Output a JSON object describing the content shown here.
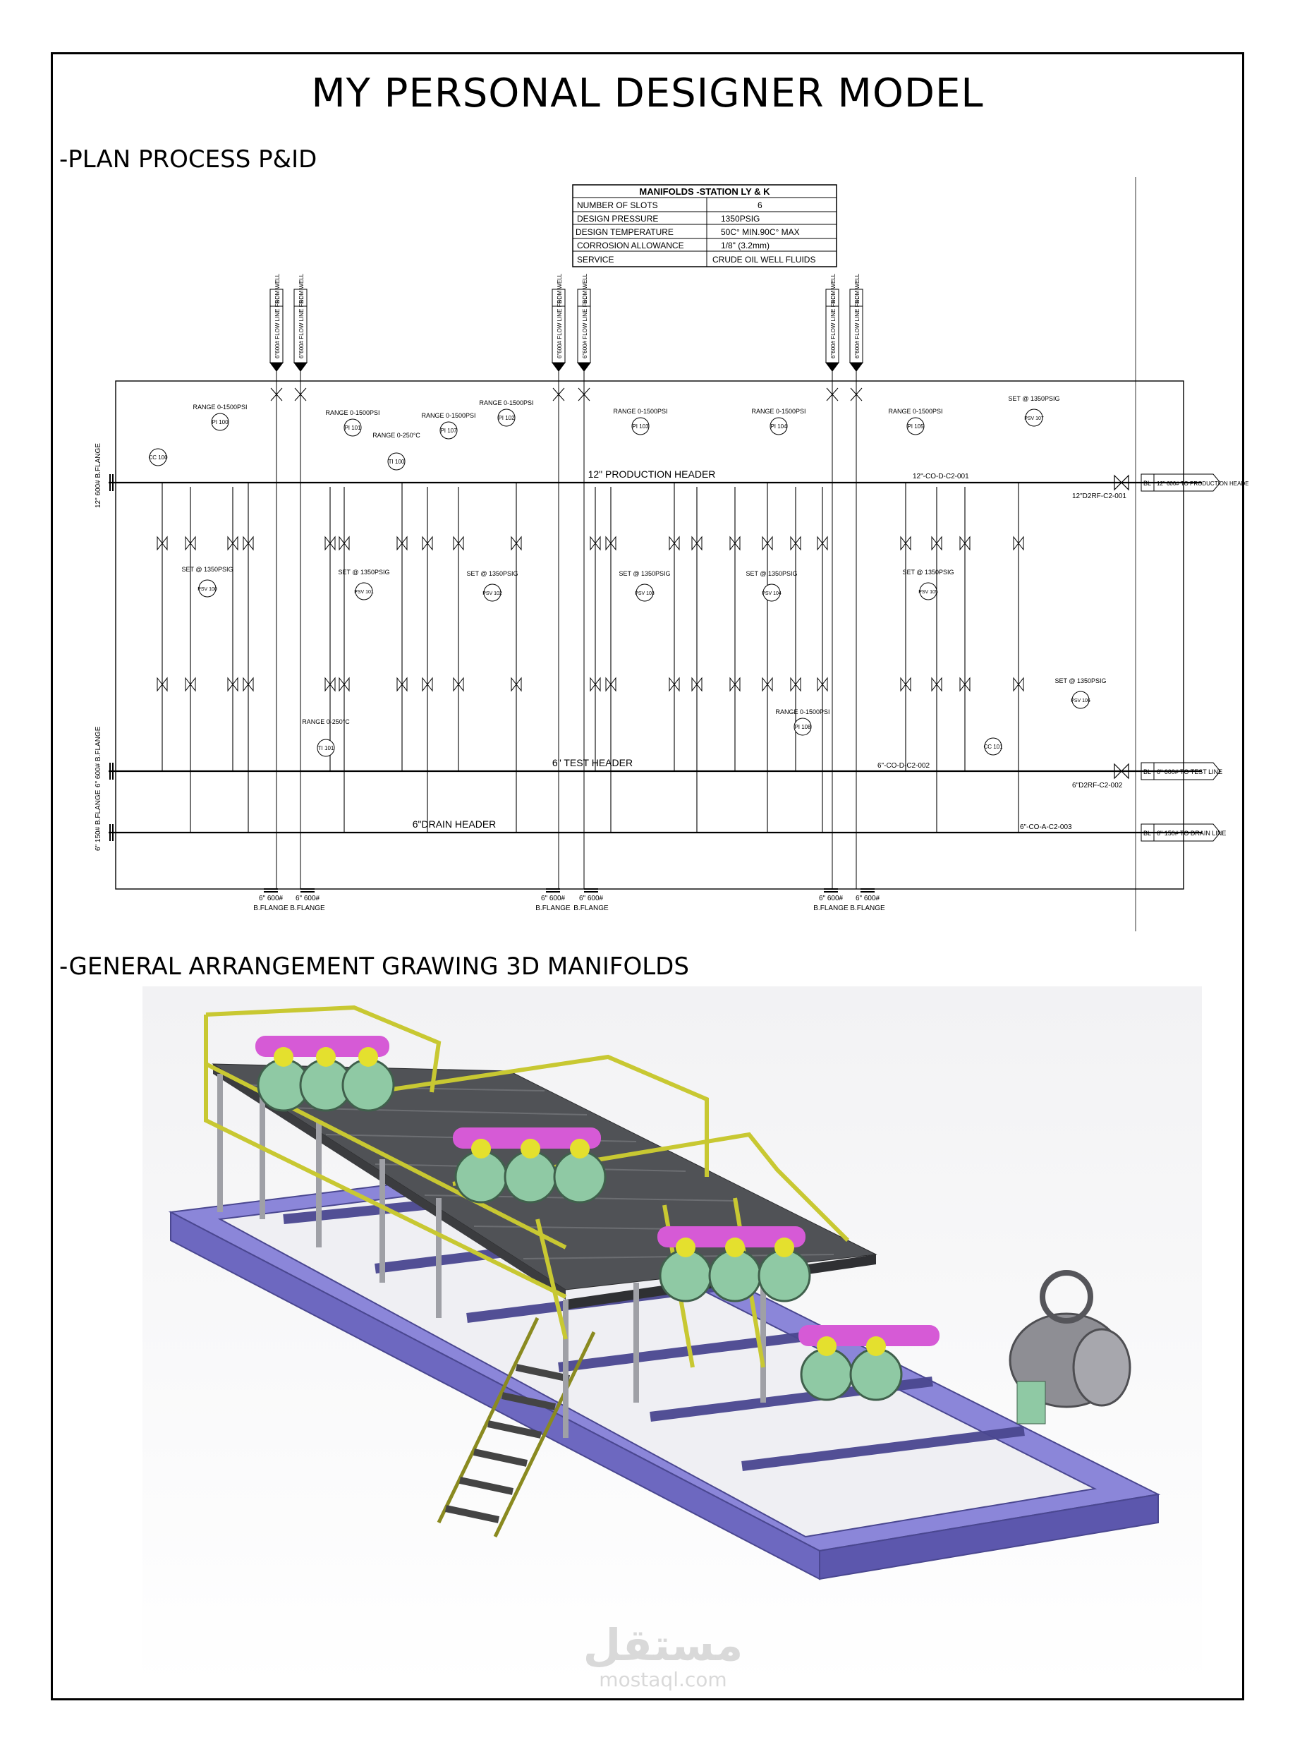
{
  "title": "MY PERSONAL DESIGNER MODEL",
  "section1": {
    "heading": "-PLAN PROCESS P&ID"
  },
  "section2": {
    "heading": "-GENERAL ARRANGEMENT GRAWING 3D MANIFOLDS"
  },
  "spec_table": {
    "title": "MANIFOLDS -STATION LY & K",
    "rows": [
      {
        "label": "NUMBER  OF SLOTS",
        "value": "6"
      },
      {
        "label": "DESIGN PRESSURE",
        "value": "1350PSIG"
      },
      {
        "label": "DESIGN  TEMPERATURE",
        "value": "50C° MIN.90C° MAX"
      },
      {
        "label": "CORROSION ALLOWANCE",
        "value": "1/8\"  (3.2mm)"
      },
      {
        "label": "SERVICE",
        "value": "CRUDE OIL WELL FLUIDS"
      }
    ]
  },
  "pid": {
    "inlet_tag": "BL",
    "inlet_label": "6\"600# FLOW LINE FROM WELL",
    "headers": {
      "production": "12\" PRODUCTION HEADER",
      "test": "6\" TEST  HEADER",
      "drain": "6\"DRAIN HEADER"
    },
    "line_refs": {
      "production": "12\"-CO-D-C2-001",
      "test": "6\"-CO-D-C2-002",
      "drain": "6\"-CO-A-C2-003",
      "prod_flange": "12\"D2RF-C2-001",
      "test_flange": "6\"D2RF-C2-002"
    },
    "outlets": {
      "production": "12\" 600# TO PRODUCTION HEADER",
      "test": "6\" 600# TO TEST LINE",
      "drain": "6\" 150# TO DRAIN LINE"
    },
    "left_flanges": {
      "production": "12\" 600# B.FLANGE",
      "test": "6\" 600# B.FLANGE",
      "drain": "6\" 150# B.FLANGE"
    },
    "bottom_flange": {
      "size": "6\" 600#",
      "type": "B.FLANGE"
    },
    "instruments": {
      "pi": [
        "PI 100",
        "PI 101",
        "PI 107",
        "PI 102",
        "PI 103",
        "PI 104",
        "PI 105",
        "PI 108"
      ],
      "psv": [
        "PSV 100",
        "PSV 101",
        "PSV 102",
        "PSV 103",
        "PSV 104",
        "PSV 105",
        "PSV 107",
        "PSV 106"
      ],
      "ti": [
        "TI 100",
        "TI 101"
      ],
      "cc": [
        "CC 100",
        "CC 101"
      ],
      "range_pi": "RANGE 0-1500PSI",
      "range_ti": "RANGE 0-250°C",
      "set_psv": "SET @ 1350PSIG"
    }
  },
  "watermark": {
    "arabic": "مستقل",
    "latin": "mostaql.com"
  },
  "colors": {
    "skid_frame": "#8b86d9",
    "walkway_rail": "#c8c832",
    "grating": "#505256",
    "pipe_magenta": "#d65ad6",
    "valve_green": "#8fc9a4",
    "valve_yellow": "#e4e02e",
    "ball_valve": "#8e8e94"
  }
}
